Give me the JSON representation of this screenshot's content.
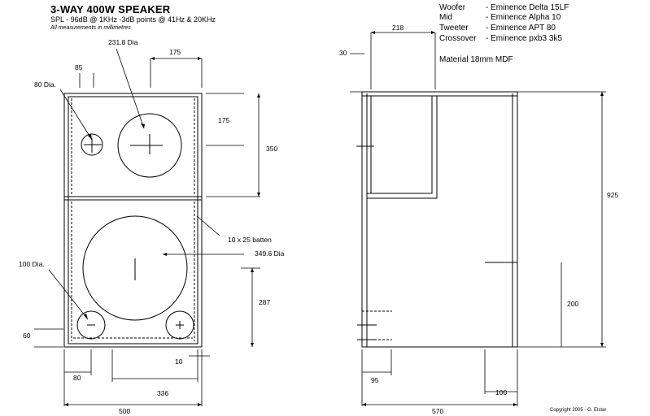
{
  "title": "3-WAY 400W SPEAKER",
  "subtitle": "SPL - 96dB @ 1KHz  -3dB points @ 41Hz & 20KHz",
  "note": "All measurements in millimetres",
  "specs": [
    {
      "label": "Woofer",
      "value": "- Eminence Delta 15LF"
    },
    {
      "label": "Mid",
      "value": "- Eminence Alpha 10"
    },
    {
      "label": "Tweeter",
      "value": "- Eminence APT 80"
    },
    {
      "label": "Crossover",
      "value": "- Eminence pxb3 3k5"
    }
  ],
  "material": "Material 18mm MDF",
  "front_dims": {
    "d85": "85",
    "d175_top": "175",
    "d175_right": "175",
    "d350": "350",
    "d287": "287",
    "d60": "60",
    "d10": "10",
    "d80": "80",
    "d336": "336",
    "d500": "500"
  },
  "front_labels": {
    "mid_dia": "231.8 Dia",
    "tweeter_dia": "80 Dia.",
    "batten": "10 x 25 batten",
    "woofer_dia": "349.6 Dia",
    "port_dia": "100 Dia."
  },
  "side_dims": {
    "d218": "218",
    "d30": "30",
    "d925": "925",
    "d200": "200",
    "d95": "95",
    "d100": "100",
    "d570": "570"
  },
  "copyright": "Copyright 2005 - G. Elstar"
}
